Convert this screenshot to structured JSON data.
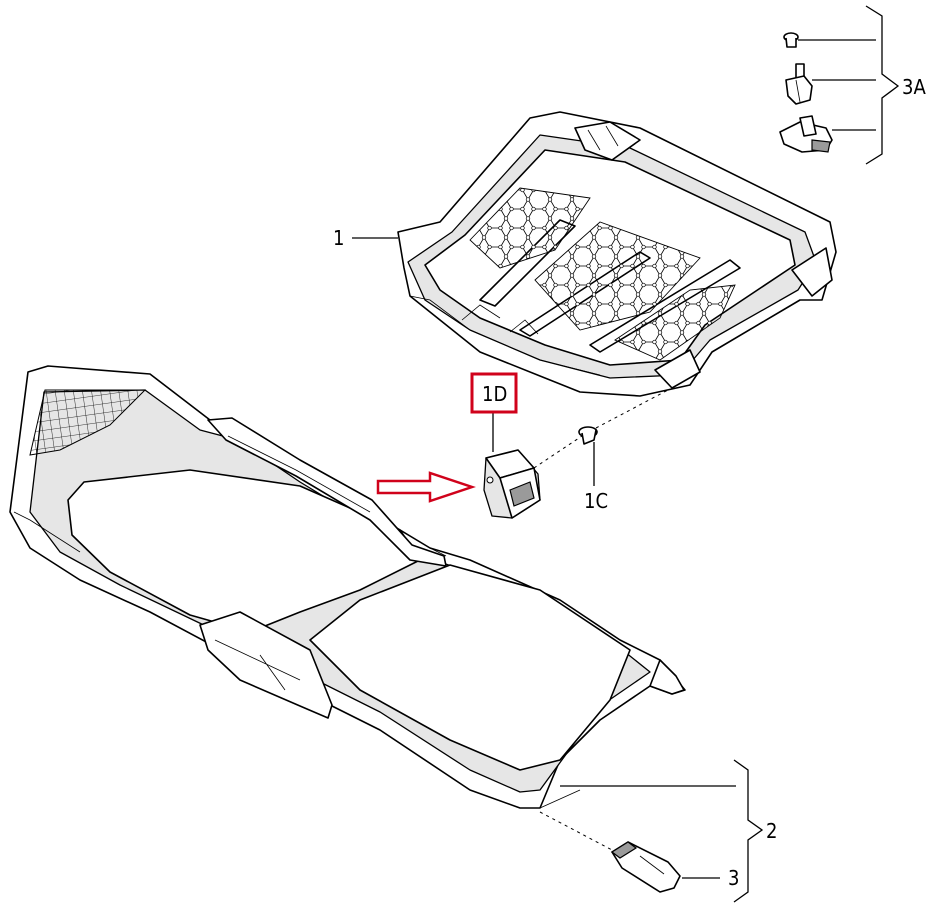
{
  "diagram": {
    "callouts": {
      "part_1": "1",
      "part_1C": "1C",
      "part_1D": "1D",
      "part_2": "2",
      "part_3": "3",
      "part_3A": "3A"
    },
    "colors": {
      "highlight_box": "#d0021b",
      "highlight_arrow": "#d0021b",
      "line": "#000000",
      "background": "#ffffff"
    },
    "highlighted_part": "1D"
  }
}
